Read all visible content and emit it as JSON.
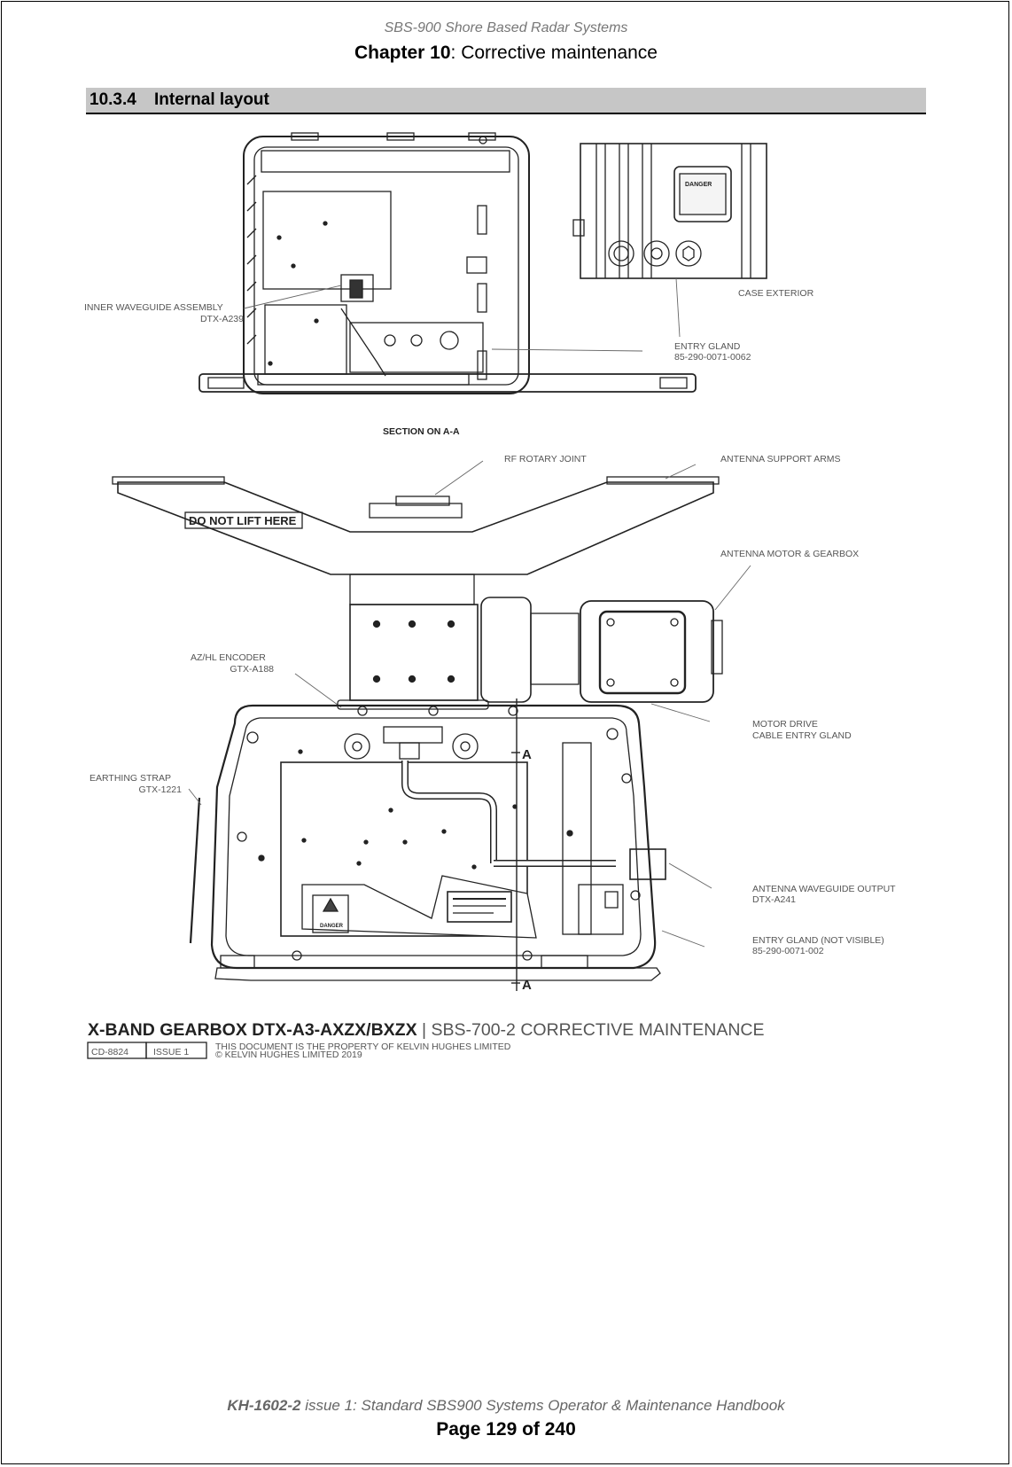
{
  "header": {
    "system_title": "SBS-900 Shore Based Radar Systems",
    "chapter_label": "Chapter 10",
    "chapter_title": ": Corrective maintenance"
  },
  "section": {
    "number": "10.3.4",
    "title": "Internal layout"
  },
  "drawing": {
    "labels": {
      "inner_waveguide": "INNER WAVEGUIDE ASSEMBLY",
      "inner_waveguide_part": "DTX-A239",
      "case_exterior": "CASE EXTERIOR",
      "entry_gland": "ENTRY GLAND",
      "entry_gland_part": "85-290-0071-0062",
      "section_caption": "SECTION ON A-A",
      "rf_rotary_joint": "RF ROTARY JOINT",
      "antenna_support_arms": "ANTENNA SUPPORT ARMS",
      "do_not_lift": "DO NOT LIFT HERE",
      "antenna_motor": "ANTENNA MOTOR & GEARBOX",
      "az_hl_encoder": "AZ/HL ENCODER",
      "az_hl_encoder_part": "GTX-A188",
      "motor_drive": "MOTOR DRIVE",
      "motor_drive_2": "CABLE ENTRY GLAND",
      "earthing_strap": "EARTHING STRAP",
      "earthing_strap_part": "GTX-1221",
      "antenna_waveguide": "ANTENNA WAVEGUIDE OUTPUT",
      "antenna_waveguide_part": "DTX-A241",
      "entry_gland_nv": "ENTRY GLAND (NOT VISIBLE)",
      "entry_gland_nv_part": "85-290-0071-002",
      "section_a_top": "A",
      "section_a_bottom": "A",
      "danger": "DANGER"
    },
    "title_block": {
      "title_bold": "X-BAND GEARBOX DTX-A3-AXZX/BXZX",
      "title_rest": " | SBS-700-2 CORRECTIVE MAINTENANCE",
      "doc_number": "CD-8824",
      "issue": "ISSUE 1",
      "notice_1": "THIS DOCUMENT IS THE PROPERTY OF KELVIN HUGHES LIMITED",
      "notice_2": "© KELVIN HUGHES LIMITED 2019"
    }
  },
  "footer": {
    "doc_code": "KH-1602-2",
    "doc_rest": " issue 1: Standard SBS900 Systems Operator & Maintenance Handbook",
    "page": "Page 129 of 240"
  }
}
